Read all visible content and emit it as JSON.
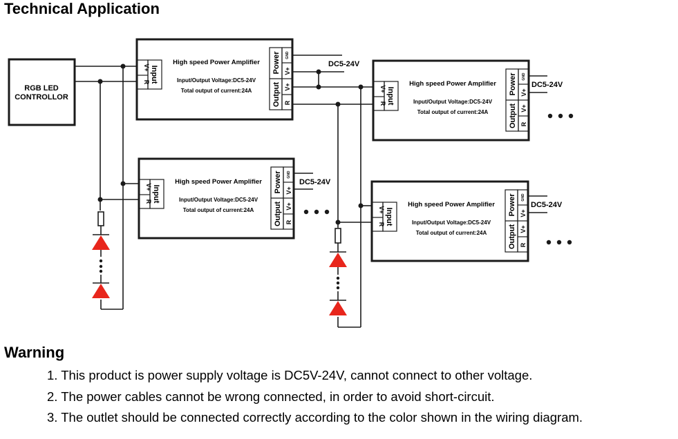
{
  "title": "Technical Application",
  "controller": {
    "line1": "RGB LED",
    "line2": "CONTROLLOR"
  },
  "amplifier": {
    "name": "High speed Power Amplifier",
    "voltage": "Input/Output Voltage:DC5-24V",
    "current": "Total output of current:24A",
    "input_label": "Input",
    "output_label": "Output",
    "power_label": "Power",
    "pin_vplus": "V+",
    "pin_r": "R",
    "pin_gnd": "GND"
  },
  "supply_label": "DC5-24V",
  "continuation": "• • •",
  "colors": {
    "led": "#e8261c",
    "line": "#1a1a1a"
  },
  "warning": {
    "title": "Warning",
    "items": [
      "1. This product is power supply voltage is DC5V-24V, cannot connect to other voltage.",
      "2. The power cables cannot be wrong connected, in order to avoid short-circuit.",
      "3. The outlet should be connected correctly according to the color shown in the wiring diagram."
    ]
  }
}
